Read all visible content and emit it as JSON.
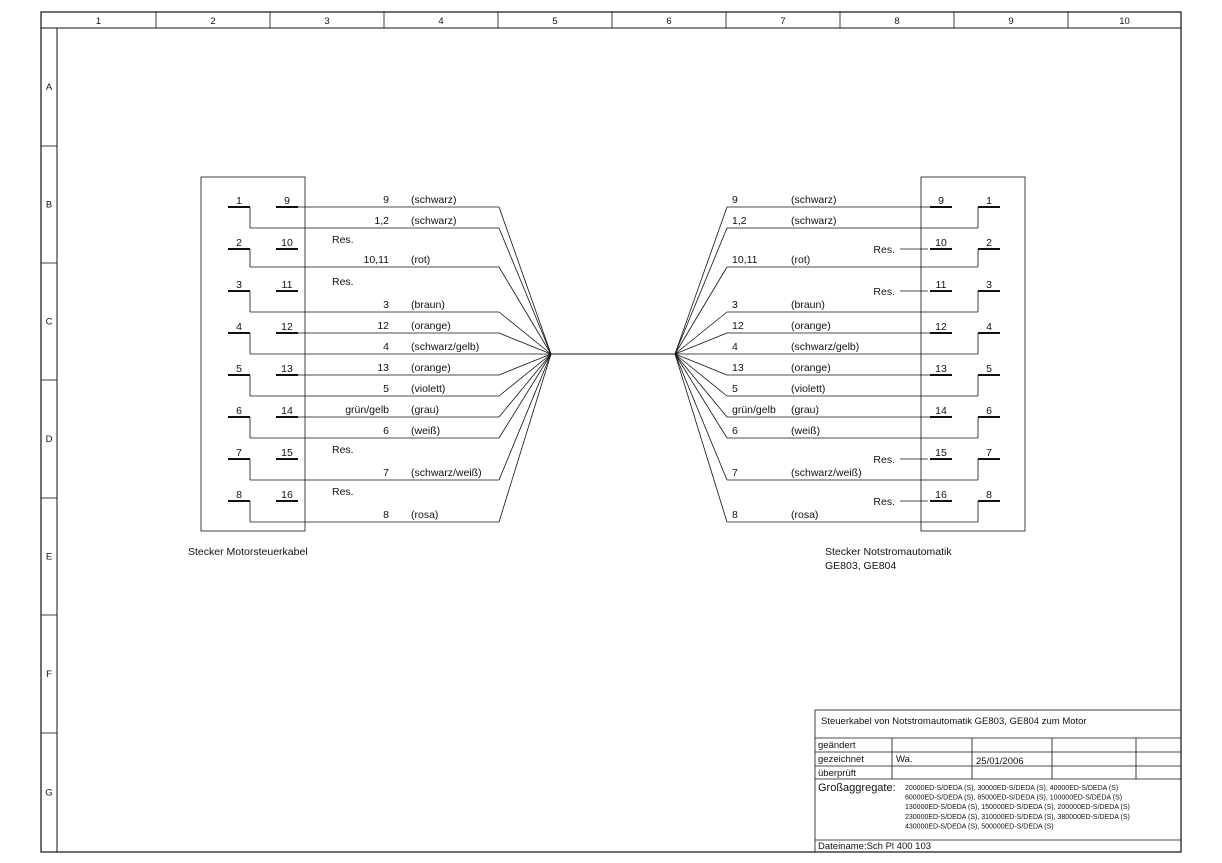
{
  "frame": {
    "columns": [
      "1",
      "2",
      "3",
      "4",
      "5",
      "6",
      "7",
      "8",
      "9",
      "10"
    ],
    "rows": [
      "A",
      "B",
      "C",
      "D",
      "E",
      "F",
      "G"
    ]
  },
  "left_connector": {
    "caption": "Stecker Motorsteuerkabel",
    "pins": [
      {
        "a": "1",
        "b": "9",
        "res": ""
      },
      {
        "a": "2",
        "b": "10",
        "res": "Res."
      },
      {
        "a": "3",
        "b": "11",
        "res": "Res."
      },
      {
        "a": "4",
        "b": "12",
        "res": ""
      },
      {
        "a": "5",
        "b": "13",
        "res": ""
      },
      {
        "a": "6",
        "b": "14",
        "res": ""
      },
      {
        "a": "7",
        "b": "15",
        "res": "Res."
      },
      {
        "a": "8",
        "b": "16",
        "res": "Res."
      }
    ],
    "wires": [
      {
        "num": "9",
        "color": "(schwarz)"
      },
      {
        "num": "1,2",
        "color": "(schwarz)"
      },
      {
        "num": "10,11",
        "color": "(rot)"
      },
      {
        "num": "3",
        "color": "(braun)"
      },
      {
        "num": "12",
        "color": "(orange)"
      },
      {
        "num": "4",
        "color": "(schwarz/gelb)"
      },
      {
        "num": "13",
        "color": "(orange)"
      },
      {
        "num": "5",
        "color": "(violett)"
      },
      {
        "num": "grün/gelb",
        "color": "(grau)"
      },
      {
        "num": "6",
        "color": "(weiß)"
      },
      {
        "num": "7",
        "color": "(schwarz/weiß)"
      },
      {
        "num": "8",
        "color": "(rosa)"
      }
    ]
  },
  "right_connector": {
    "caption_line1": "Stecker Notstromautomatik",
    "caption_line2": "GE803, GE804",
    "pins": [
      {
        "a": "9",
        "b": "1",
        "res": ""
      },
      {
        "a": "10",
        "b": "2",
        "res": "Res."
      },
      {
        "a": "11",
        "b": "3",
        "res": "Res."
      },
      {
        "a": "12",
        "b": "4",
        "res": ""
      },
      {
        "a": "13",
        "b": "5",
        "res": ""
      },
      {
        "a": "14",
        "b": "6",
        "res": ""
      },
      {
        "a": "15",
        "b": "7",
        "res": "Res."
      },
      {
        "a": "16",
        "b": "8",
        "res": "Res."
      }
    ],
    "wires": [
      {
        "num": "9",
        "color": "(schwarz)"
      },
      {
        "num": "1,2",
        "color": "(schwarz)"
      },
      {
        "num": "10,11",
        "color": "(rot)"
      },
      {
        "num": "3",
        "color": "(braun)"
      },
      {
        "num": "12",
        "color": "(orange)"
      },
      {
        "num": "4",
        "color": "(schwarz/gelb)"
      },
      {
        "num": "13",
        "color": "(orange)"
      },
      {
        "num": "5",
        "color": "(violett)"
      },
      {
        "num": "grün/gelb",
        "color": "(grau)"
      },
      {
        "num": "6",
        "color": "(weiß)"
      },
      {
        "num": "7",
        "color": "(schwarz/weiß)"
      },
      {
        "num": "8",
        "color": "(rosa)"
      }
    ]
  },
  "title_block": {
    "title": "Steuerkabel von Notstromautomatik GE803, GE804 zum Motor",
    "geaendert_label": "geändert",
    "gezeichnet_label": "gezeichnet",
    "gezeichnet_name": "Wa.",
    "gezeichnet_date": "25/01/2006",
    "ueberprueft_label": "überprüft",
    "aggregate_label": "Großaggregate:",
    "aggregate_lines": [
      "20000ED-S/DEDA (S), 30000ED-S/DEDA (S), 40000ED-S/DEDA (S)",
      "60000ED-S/DEDA (S), 85000ED-S/DEDA (S), 100000ED-S/DEDA (S)",
      "130000ED-S/DEDA (S), 150000ED-S/DEDA (S), 200000ED-S/DEDA (S)",
      "230000ED-S/DEDA (S), 310000ED-S/DEDA (S), 380000ED-S/DEDA (S)",
      "430000ED-S/DEDA (S), 500000ED-S/DEDA (S)"
    ],
    "filename": "Dateiname:Sch Pl 400 103"
  }
}
